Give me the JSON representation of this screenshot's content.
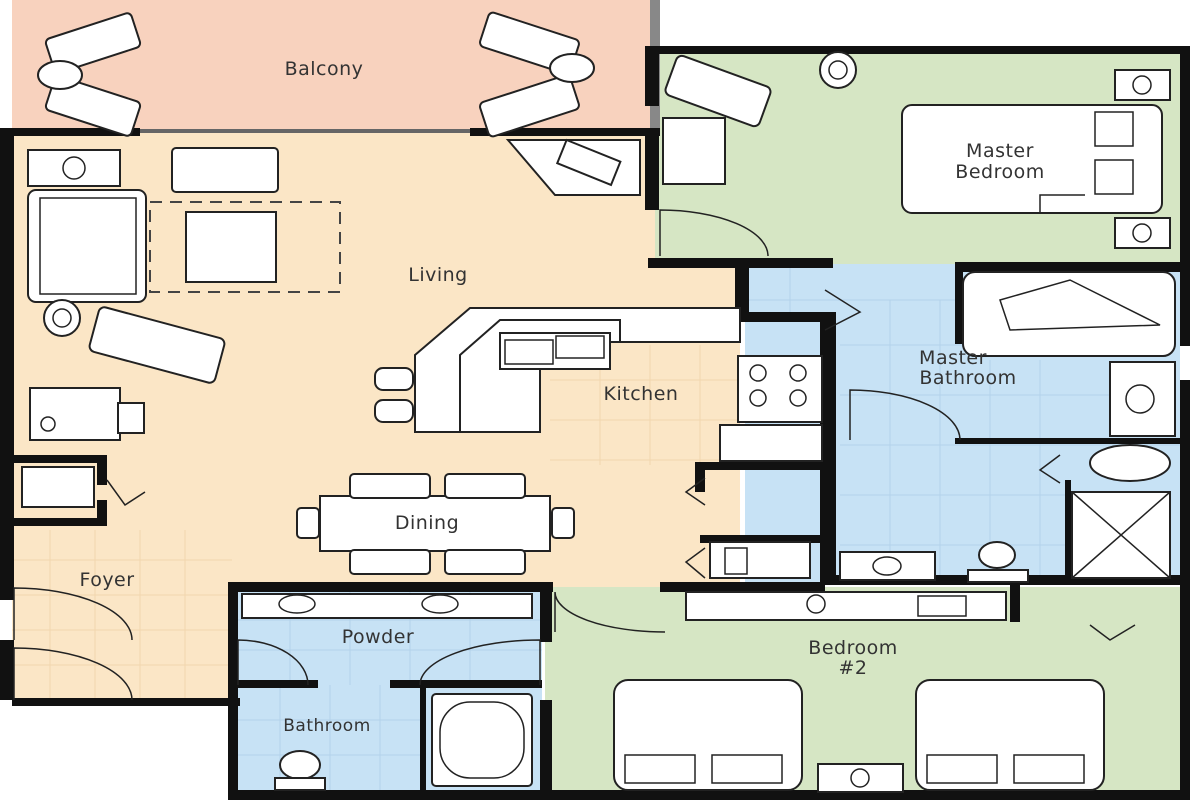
{
  "rooms": {
    "balcony": "Balcony",
    "master_bedroom_line1": "Master",
    "master_bedroom_line2": "Bedroom",
    "living": "Living",
    "master_bathroom_line1": "Master",
    "master_bathroom_line2": "Bathroom",
    "kitchen": "Kitchen",
    "dining": "Dining",
    "foyer": "Foyer",
    "powder": "Powder",
    "bedroom2_line1": "Bedroom",
    "bedroom2_line2": "#2",
    "bathroom": "Bathroom"
  },
  "colors": {
    "balcony": "#f8d2be",
    "living": "#fbe6c6",
    "bedroom": "#d6e6c4",
    "bathroom": "#c7e2f5",
    "walls": "#111111"
  }
}
